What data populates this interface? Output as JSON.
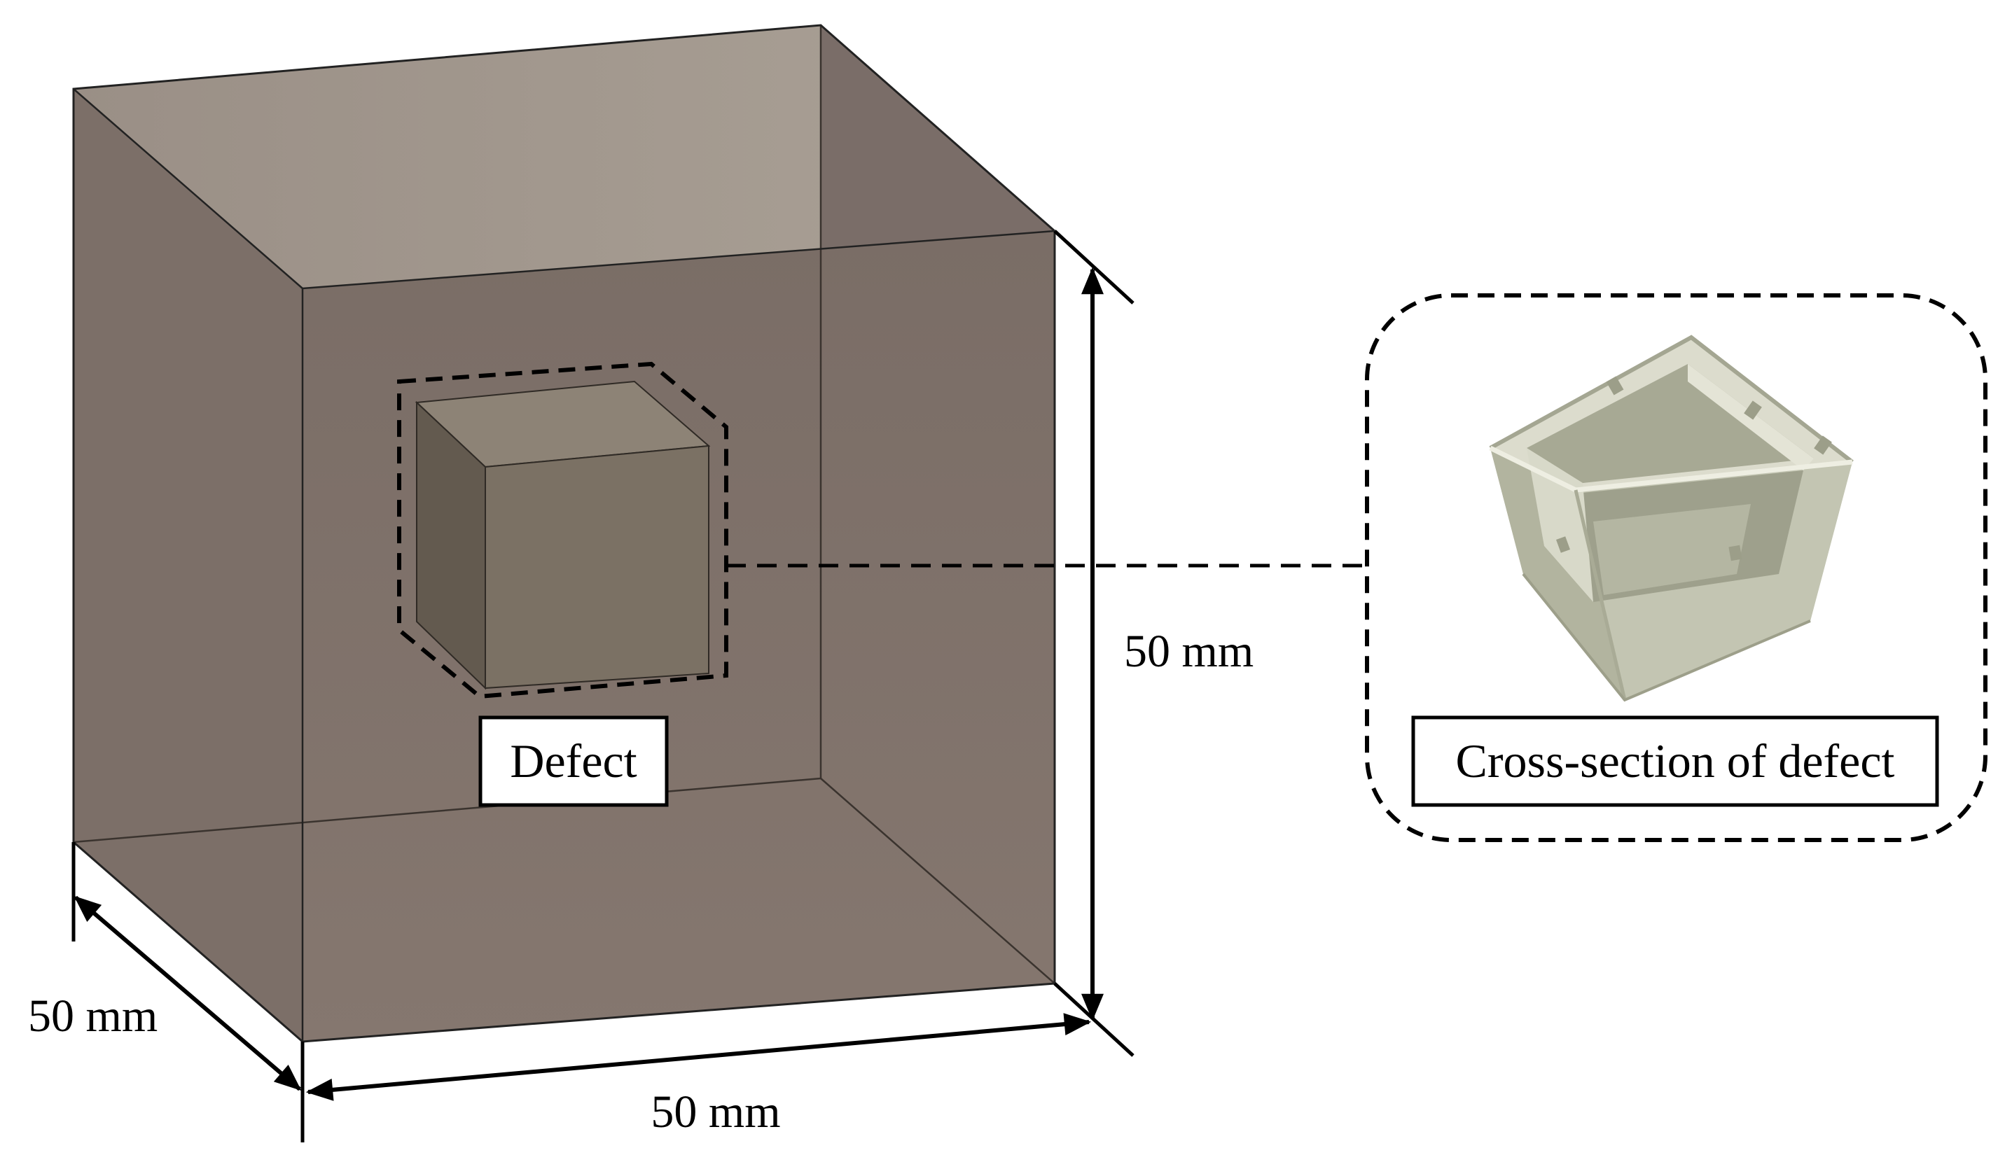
{
  "diagram": {
    "dimensions": {
      "height_label": "50 mm",
      "width_label": "50 mm",
      "depth_label": "50 mm"
    },
    "defect_label": "Defect",
    "cross_section_label": "Cross-section of defect",
    "colors": {
      "outer_cube_face": "#7f7169",
      "outer_cube_top": "#a89e94",
      "inner_cube_front": "#7d7366",
      "inner_cube_top": "#93897c",
      "inner_cube_side": "#655c51",
      "sample_photo": "#d9d9c8",
      "line": "#000000"
    }
  }
}
